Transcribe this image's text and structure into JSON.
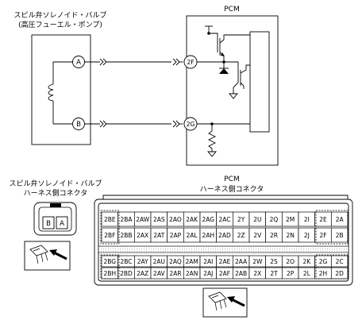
{
  "top": {
    "sol_title_1": "スピル弁ソレノイド・バルブ",
    "sol_title_2": "(高圧フューエル・ポンプ)",
    "pcm_title": "PCM",
    "term_a": "A",
    "term_b": "B",
    "term_2f": "2F",
    "term_2g": "2G"
  },
  "connectors": {
    "sol_title_1": "スピル弁ソレノイド・バルブ",
    "sol_title_2": "ハーネス側コネクタ",
    "sol_pins": [
      "B",
      "A"
    ],
    "pcm_title_1": "PCM",
    "pcm_title_2": "ハーネス側コネクタ",
    "pcm_rows": [
      [
        "2BE",
        "2BA",
        "2AW",
        "2AS",
        "2AO",
        "2AK",
        "2AG",
        "2AC",
        "2Y",
        "2U",
        "2Q",
        "2M",
        "2I",
        "2E",
        "2A"
      ],
      [
        "2BF",
        "2BB",
        "2AX",
        "2AT",
        "2AP",
        "2AL",
        "2AH",
        "2AD",
        "2Z",
        "2V",
        "2R",
        "2N",
        "2J",
        "2F",
        "2B"
      ],
      [
        "2BG",
        "2BC",
        "2AY",
        "2AU",
        "2AQ",
        "2AM",
        "2AI",
        "2AE",
        "2AA",
        "2W",
        "2S",
        "2O",
        "2K",
        "2G",
        "2C"
      ],
      [
        "2BH",
        "2BD",
        "2AZ",
        "2AV",
        "2AR",
        "2AN",
        "2AJ",
        "2AF",
        "2AB",
        "2X",
        "2T",
        "2P",
        "2L",
        "2H",
        "2D"
      ]
    ]
  }
}
